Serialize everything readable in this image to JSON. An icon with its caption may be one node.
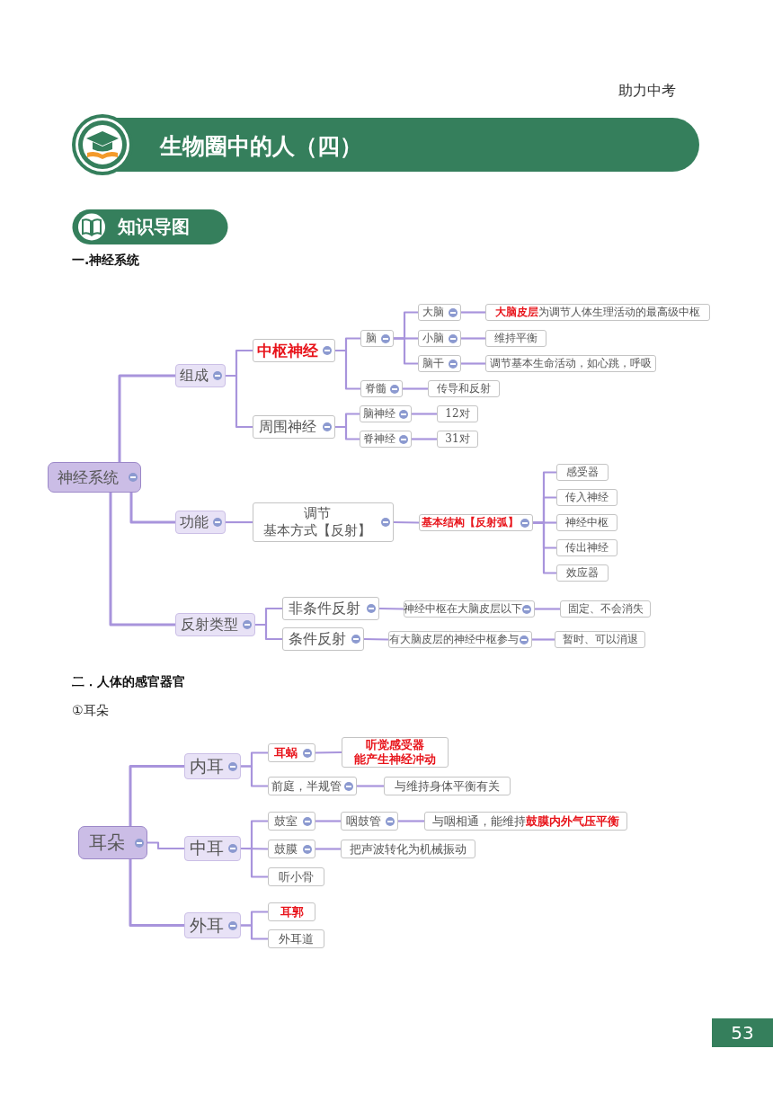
{
  "diagram": {
    "title": "生物圈中的人（四）",
    "nodes": [
      {
        "text": [
          "神经系统"
        ]
      },
      {
        "text": [
          "组成"
        ]
      },
      {
        "text": [
          "中枢神经"
        ]
      },
      {
        "text": [
          "脑"
        ]
      },
      {
        "text": [
          "大脑"
        ]
      },
      {
        "text": [
          "**大脑皮层**为调节人体生理活动的最高级中枢"
        ]
      },
      {
        "text": [
          "小脑"
        ]
      },
      {
        "text": [
          "维持平衡"
        ]
      },
      {
        "text": [
          "脑干"
        ]
      },
      {
        "text": [
          "调节基本生命活动，如心跳，呼吸"
        ]
      },
      {
        "text": [
          "脊髓"
        ]
      },
      {
        "text": [
          "传导和反射"
        ]
      },
      {
        "text": [
          "周围神经"
        ]
      },
      {
        "text": [
          "脑神经"
        ]
      },
      {
        "text": [
          "12对"
        ]
      },
      {
        "text": [
          "脊神经"
        ]
      },
      {
        "text": [
          "31对"
        ]
      },
      {
        "text": [
          "功能"
        ]
      },
      {
        "text": [
          "调节",
          "基本方式【反射】"
        ]
      },
      {
        "text": [
          "基本结构【反射弧】"
        ]
      },
      {
        "text": [
          "感受器"
        ]
      },
      {
        "text": [
          "传入神经"
        ]
      },
      {
        "text": [
          "神经中枢"
        ]
      },
      {
        "text": [
          "传出神经"
        ]
      },
      {
        "text": [
          "效应器"
        ]
      },
      {
        "text": [
          "反射类型"
        ]
      },
      {
        "text": [
          "非条件反射"
        ]
      },
      {
        "text": [
          "条件反射"
        ]
      },
      {
        "text": [
          "神经中枢在大脑皮层以下"
        ]
      },
      {
        "text": [
          "固定、不会消失"
        ]
      },
      {
        "text": [
          "有大脑皮层的神经中枢参与"
        ]
      },
      {
        "text": [
          "暂时、可以消退"
        ]
      },
      {
        "text": [
          "耳朵"
        ]
      },
      {
        "text": [
          "内耳"
        ]
      },
      {
        "text": [
          "耳蜗"
        ]
      },
      {
        "text": [
          "听觉感受器",
          "能产生神经冲动"
        ]
      },
      {
        "text": [
          "前庭，半规管"
        ]
      },
      {
        "text": [
          "与维持身体平衡有关"
        ]
      },
      {
        "text": [
          "中耳"
        ]
      },
      {
        "text": [
          "鼓室"
        ]
      },
      {
        "text": [
          "咽鼓管"
        ]
      },
      {
        "text": [
          "与咽相通，能维持**鼓膜内外气压平衡**"
        ]
      },
      {
        "text": [
          "鼓膜"
        ]
      },
      {
        "text": [
          "把声波转化为机械振动"
        ]
      },
      {
        "text": [
          "听小骨"
        ]
      },
      {
        "text": [
          "外耳"
        ]
      },
      {
        "text": [
          "耳郭"
        ]
      },
      {
        "text": [
          "外耳道"
        ]
      }
    ],
    "edges": [
      {
        "from": 0,
        "to": 1,
        "arrow": "none"
      },
      {
        "from": 0,
        "to": 17,
        "arrow": "none"
      },
      {
        "from": 0,
        "to": 25,
        "arrow": "none"
      },
      {
        "from": 1,
        "to": 2,
        "arrow": "none"
      },
      {
        "from": 1,
        "to": 12,
        "arrow": "none"
      },
      {
        "from": 2,
        "to": 3,
        "arrow": "none"
      },
      {
        "from": 2,
        "to": 10,
        "arrow": "none"
      },
      {
        "from": 3,
        "to": 4,
        "arrow": "none"
      },
      {
        "from": 3,
        "to": 6,
        "arrow": "none"
      },
      {
        "from": 3,
        "to": 8,
        "arrow": "none"
      },
      {
        "from": 4,
        "to": 5,
        "arrow": "none"
      },
      {
        "from": 6,
        "to": 7,
        "arrow": "none"
      },
      {
        "from": 8,
        "to": 9,
        "arrow": "none"
      },
      {
        "from": 10,
        "to": 11,
        "arrow": "none"
      },
      {
        "from": 12,
        "to": 13,
        "arrow": "none"
      },
      {
        "from": 12,
        "to": 15,
        "arrow": "none"
      },
      {
        "from": 13,
        "to": 14,
        "arrow": "none"
      },
      {
        "from": 15,
        "to": 16,
        "arrow": "none"
      },
      {
        "from": 17,
        "to": 18,
        "arrow": "none"
      },
      {
        "from": 18,
        "to": 19,
        "arrow": "none"
      },
      {
        "from": 19,
        "to": 20,
        "arrow": "none"
      },
      {
        "from": 19,
        "to": 21,
        "arrow": "none"
      },
      {
        "from": 19,
        "to": 22,
        "arrow": "none"
      },
      {
        "from": 19,
        "to": 23,
        "arrow": "none"
      },
      {
        "from": 19,
        "to": 24,
        "arrow": "none"
      },
      {
        "from": 25,
        "to": 26,
        "arrow": "none"
      },
      {
        "from": 25,
        "to": 27,
        "arrow": "none"
      },
      {
        "from": 26,
        "to": 28,
        "arrow": "none"
      },
      {
        "from": 28,
        "to": 29,
        "arrow": "none"
      },
      {
        "from": 27,
        "to": 30,
        "arrow": "none"
      },
      {
        "from": 30,
        "to": 31,
        "arrow": "none"
      },
      {
        "from": 32,
        "to": 33,
        "arrow": "none"
      },
      {
        "from": 32,
        "to": 38,
        "arrow": "none"
      },
      {
        "from": 32,
        "to": 45,
        "arrow": "none"
      },
      {
        "from": 33,
        "to": 34,
        "arrow": "none"
      },
      {
        "from": 33,
        "to": 36,
        "arrow": "none"
      },
      {
        "from": 34,
        "to": 35,
        "arrow": "none"
      },
      {
        "from": 36,
        "to": 37,
        "arrow": "none"
      },
      {
        "from": 38,
        "to": 39,
        "arrow": "none"
      },
      {
        "from": 38,
        "to": 42,
        "arrow": "none"
      },
      {
        "from": 38,
        "to": 44,
        "arrow": "none"
      },
      {
        "from": 39,
        "to": 40,
        "arrow": "none"
      },
      {
        "from": 40,
        "to": 41,
        "arrow": "none"
      },
      {
        "from": 42,
        "to": 43,
        "arrow": "none"
      },
      {
        "from": 45,
        "to": 46,
        "arrow": "none"
      },
      {
        "from": 45,
        "to": 47,
        "arrow": "none"
      }
    ],
    "labels": [
      "助力中考",
      "知识导图",
      "一.神经系统",
      "二．人体的感官器官",
      "①耳朵",
      "53"
    ]
  }
}
